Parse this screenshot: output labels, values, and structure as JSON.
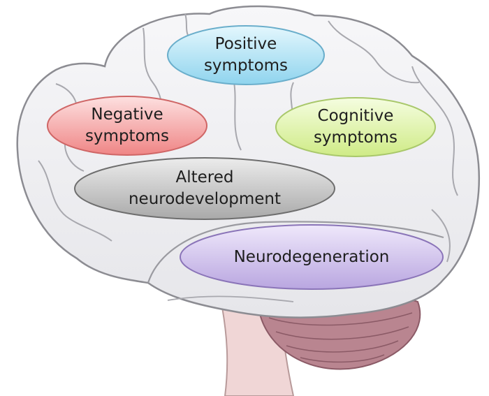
{
  "ovals": {
    "positive": {
      "text": "Positive\nsymptoms",
      "color": "#aee3f5"
    },
    "negative": {
      "text": "Negative\nsymptoms",
      "color": "#f4a2a2"
    },
    "cognitive": {
      "text": "Cognitive\nsymptoms",
      "color": "#e3f5a8"
    },
    "altered": {
      "text": "Altered\nneurodevelopment",
      "color": "#c8c8c8"
    },
    "neurodeg": {
      "text": "Neurodegeneration",
      "color": "#d0c2ec"
    }
  },
  "icons": {
    "brain": "brain-icon",
    "cerebellum": "cerebellum-icon",
    "brainstem": "brainstem-icon"
  }
}
